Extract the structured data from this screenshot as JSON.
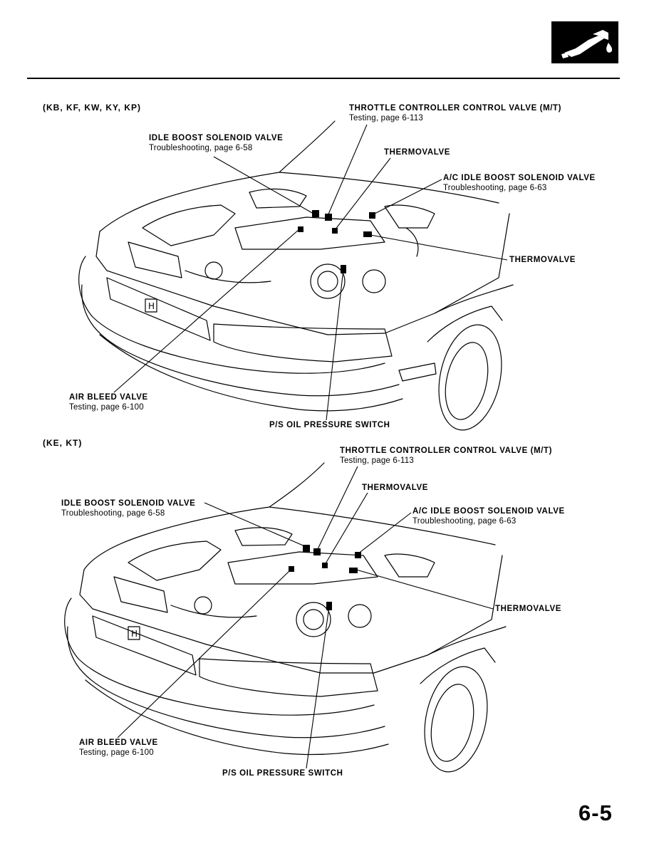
{
  "page": {
    "page_number": "6-5"
  },
  "top_figure": {
    "models": "(KB, KF, KW, KY, KP)",
    "labels": {
      "throttle_title": "THROTTLE CONTROLLER CONTROL VALVE (M/T)",
      "throttle_ref": "Testing, page 6-113",
      "idle_title": "IDLE BOOST SOLENOID VALVE",
      "idle_ref": "Troubleshooting, page 6-58",
      "thermo1_title": "THERMOVALVE",
      "ac_title": "A/C IDLE BOOST SOLENOID VALVE",
      "ac_ref": "Troubleshooting, page 6-63",
      "thermo2_title": "THERMOVALVE",
      "airbleed_title": "AIR BLEED VALVE",
      "airbleed_ref": "Testing, page 6-100",
      "ps_title": "P/S OIL PRESSURE SWITCH"
    }
  },
  "bottom_figure": {
    "models": "(KE, KT)",
    "labels": {
      "throttle_title": "THROTTLE CONTROLLER CONTROL VALVE (M/T)",
      "throttle_ref": "Testing, page 6-113",
      "idle_title": "IDLE BOOST SOLENOID VALVE",
      "idle_ref": "Troubleshooting, page 6-58",
      "thermo1_title": "THERMOVALVE",
      "ac_title": "A/C IDLE BOOST SOLENOID VALVE",
      "ac_ref": "Troubleshooting, page 6-63",
      "thermo2_title": "THERMOVALVE",
      "airbleed_title": "AIR BLEED VALVE",
      "airbleed_ref": "Testing, page 6-100",
      "ps_title": "P/S OIL PRESSURE SWITCH"
    }
  },
  "icons": {
    "section_badge": "fuel-nozzle-icon"
  },
  "colors": {
    "ink": "#000000",
    "paper": "#ffffff"
  }
}
